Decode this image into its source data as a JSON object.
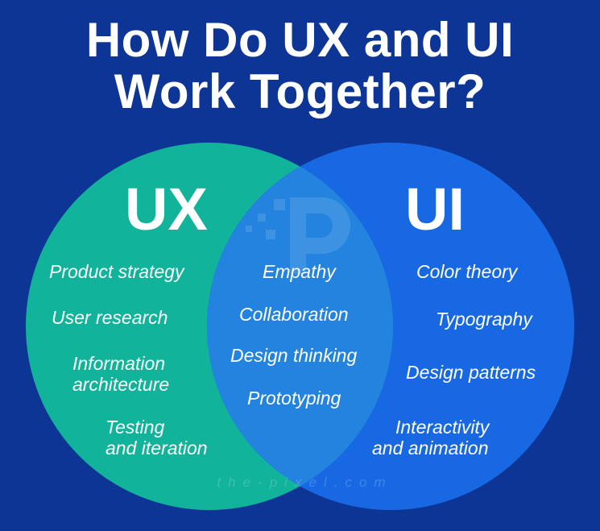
{
  "title": {
    "line1": "How Do UX and UI",
    "line2": "Work Together?"
  },
  "colors": {
    "background": "#0d3596",
    "ux_circle": "#11b39a",
    "ui_circle": "#1a6dea",
    "overlap": "#1f7be0",
    "text": "#ffffff"
  },
  "ux": {
    "label": "UX",
    "items": [
      "Product strategy",
      "User research",
      "Information",
      "architecture",
      "Testing",
      "and iteration"
    ]
  },
  "overlap": {
    "items": [
      "Empathy",
      "Collaboration",
      "Design thinking",
      "Prototyping"
    ]
  },
  "ui": {
    "label": "UI",
    "items": [
      "Color theory",
      "Typography",
      "Design patterns",
      "Interactivity",
      "and animation"
    ]
  },
  "watermark": "the-pixel.com"
}
